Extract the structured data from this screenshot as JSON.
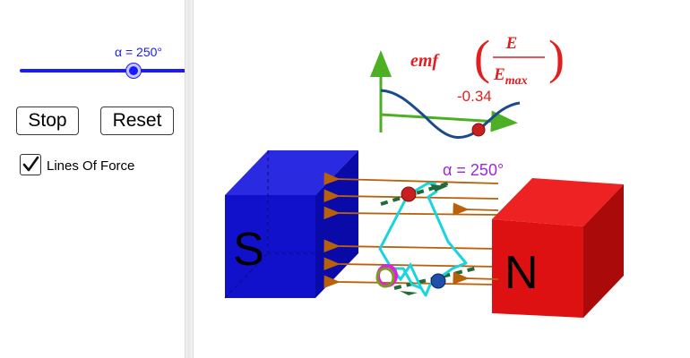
{
  "controls": {
    "alpha_slider_label": "α = 250°",
    "alpha_value_deg": 250,
    "stop_label": "Stop",
    "reset_label": "Reset",
    "lines_of_force_label": "Lines Of Force",
    "lines_of_force_checked": true
  },
  "graph": {
    "emf_formula_prefix": "emf",
    "fraction_numerator": "E",
    "fraction_denominator": "E",
    "fraction_denominator_sub": "max",
    "current_value": "-0.34"
  },
  "scene": {
    "alpha_readout": "α = 250°",
    "south_label": "S",
    "north_label": "N"
  },
  "colors": {
    "slider_blue": "#1a1aff",
    "south_magnet": "#1111cc",
    "north_magnet": "#dd1111",
    "field_lines": "#b8600a",
    "loop": "#19d3dd",
    "axes": "#4caf24",
    "sine_curve": "#1a4a8c",
    "value_red": "#e02020",
    "alpha_purple": "#9a2ad6"
  }
}
